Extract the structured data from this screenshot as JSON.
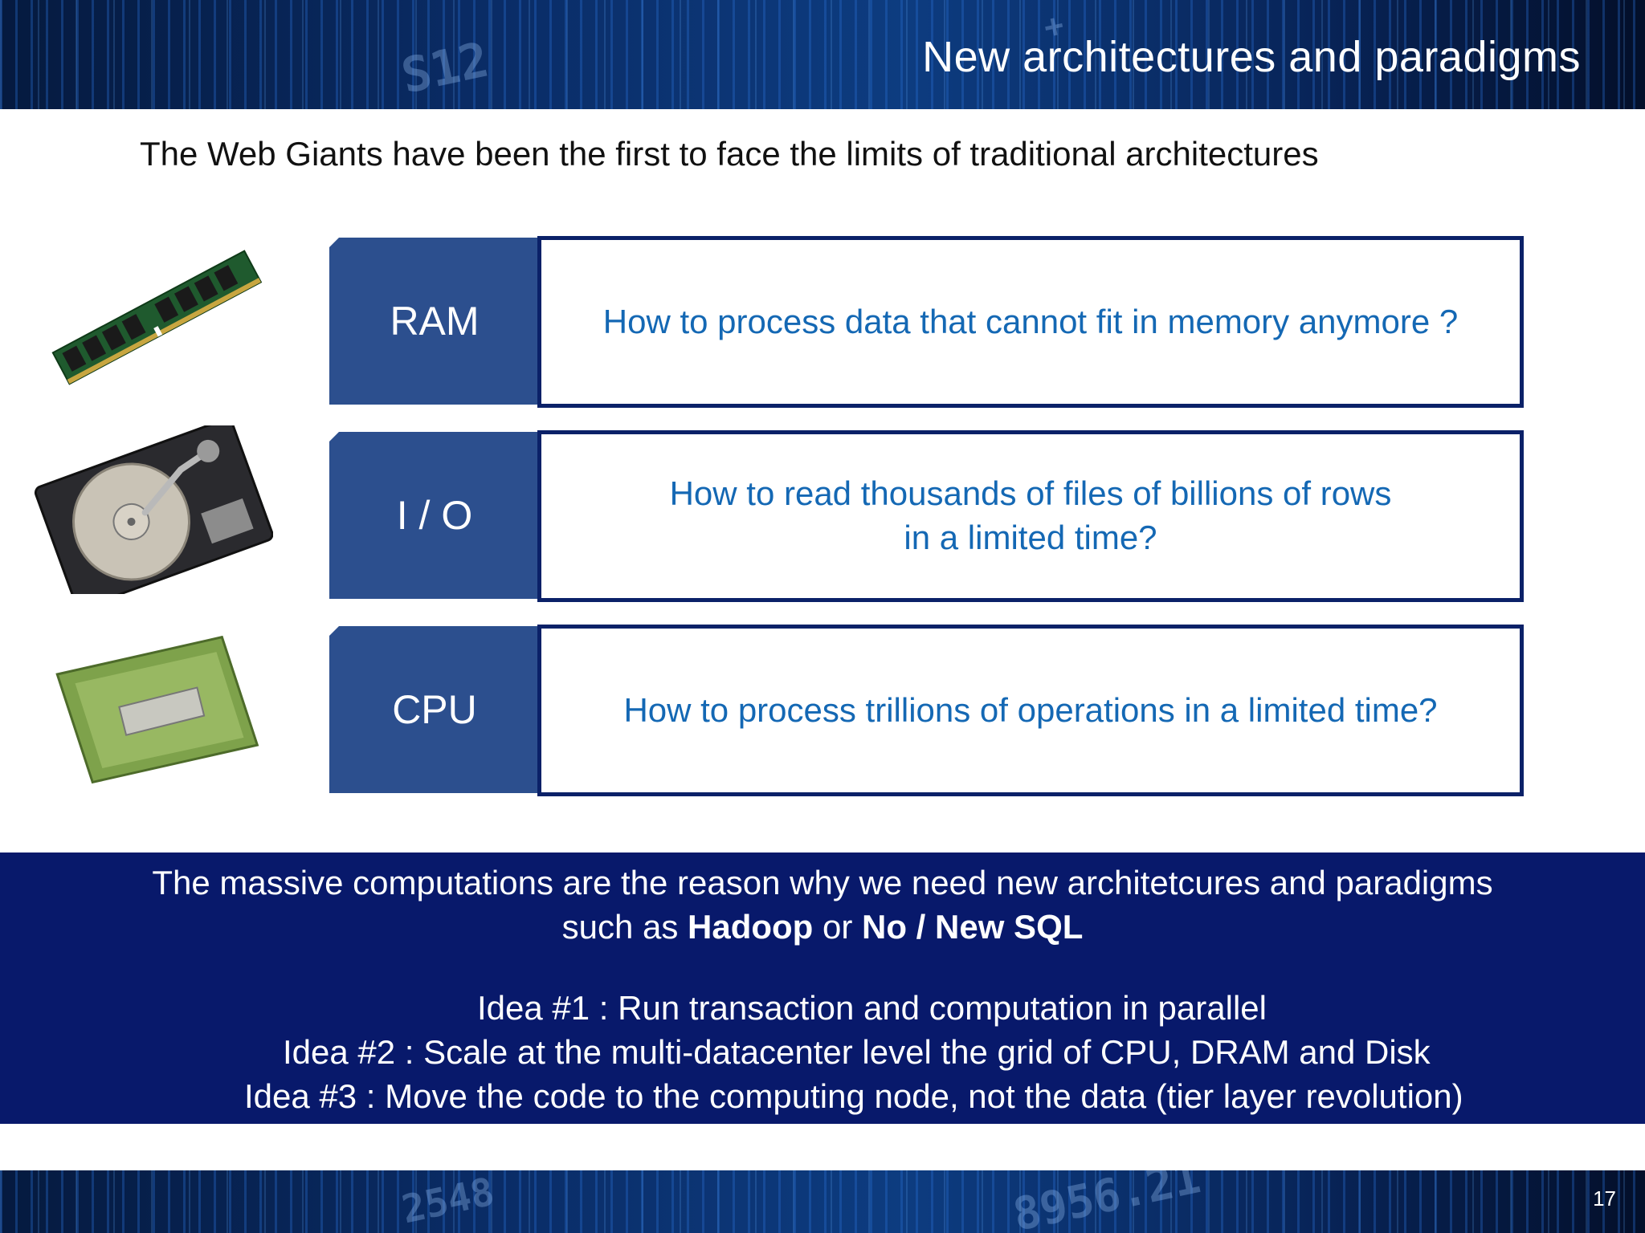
{
  "slide": {
    "title": "New architectures and paradigms",
    "page_number": "17",
    "subtitle": "The Web Giants have been the first to face the limits of traditional architectures"
  },
  "rows": [
    {
      "label": "RAM",
      "question": "How to process data that cannot fit in memory anymore ?",
      "image": "ram-module-image"
    },
    {
      "label": "I / O",
      "question": "How to read thousands of files of billions of rows in a limited time?",
      "question_line1": "How to read thousands of files of billions of rows",
      "question_line2": "in a limited time?",
      "image": "hard-disk-image"
    },
    {
      "label": "CPU",
      "question": "How to process trillions of operations in a limited time?",
      "image": "cpu-chip-image"
    }
  ],
  "conclusion": {
    "line1": "The massive computations are the reason why we need new architetcures and paradigms",
    "line2_prefix": "such as ",
    "line2_bold1": "Hadoop",
    "line2_mid": " or ",
    "line2_bold2": "No / New SQL",
    "ideas": [
      "Idea #1 : Run transaction and computation in parallel",
      "Idea #2 : Scale at the multi-datacenter level the grid of CPU, DRAM and Disk",
      "Idea #3 : Move the code to the computing node, not the data (tier layer revolution)"
    ]
  },
  "colors": {
    "label_fill": "#2c4f8e",
    "box_border": "#0b2168",
    "question_text": "#1468b4",
    "conclusion_bg": "#08196b"
  }
}
